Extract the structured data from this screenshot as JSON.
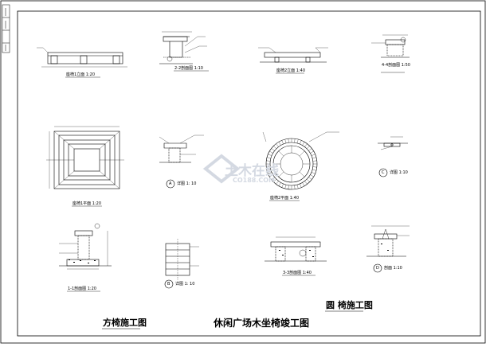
{
  "drawing": {
    "sheet_titles": {
      "square_bench": "方椅施工图",
      "round_bench": "圆 椅施工图",
      "main": "休闲广场木坐椅竣工图"
    },
    "views": {
      "square_elevation": "座椅1立面 1:20",
      "section_2_2": "2-2剖面图 1:10",
      "round_elevation": "座椅2立面 1:40",
      "section_4_4": "4-4剖面图 1:50",
      "square_plan": "座椅1平面 1:20",
      "detail_a": "详图 1: 10",
      "round_plan": "座椅2平面 1:40",
      "detail_c": "详图 1:10",
      "section_1_1": "1-1剖面图 1:20",
      "detail_b": "详图 1: 10",
      "section_3_3": "3-3剖面图 1:40",
      "section_d": "剖面 1:10"
    },
    "detail_markers": {
      "a": "A",
      "b": "B",
      "c": "C",
      "d": "D"
    },
    "watermark": {
      "main": "土木在线",
      "sub": "CO188.COM"
    }
  }
}
